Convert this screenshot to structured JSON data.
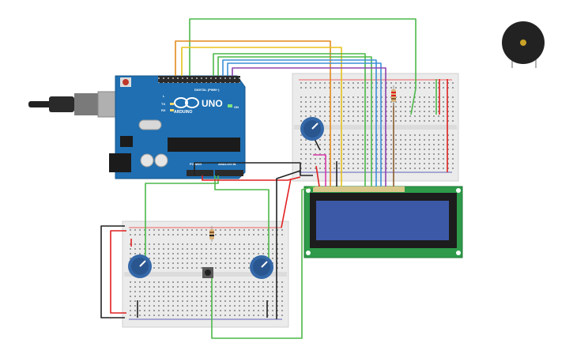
{
  "arduino": {
    "brand": "ARDUINO",
    "model": "UNO",
    "digital_label": "DIGITAL (PWM~)",
    "power_label": "POWER",
    "analog_label": "ANALOG IN",
    "on_label": "ON",
    "tx_label": "TX",
    "rx_label": "RX",
    "l_label": "L"
  },
  "colors": {
    "board_blue": "#1f6fb2",
    "breadboard": "#ebebeb",
    "lcd_pcb": "#2e9a4a",
    "lcd_screen": "#3c59a8",
    "wire_green": "#4cb849",
    "wire_orange": "#e28a1c",
    "wire_yellow": "#e8c21b",
    "wire_blue": "#3b8fd8",
    "wire_purple": "#8e44ad",
    "wire_red": "#e02020",
    "wire_black": "#222222",
    "wire_pink": "#d63aa8",
    "wire_brown": "#8b5a2b"
  },
  "components": {
    "buzzer": "piezo-buzzer",
    "potentiometers": 3,
    "pushbutton": "pushbutton",
    "resistors": 2,
    "lcd": "16x2-lcd"
  }
}
